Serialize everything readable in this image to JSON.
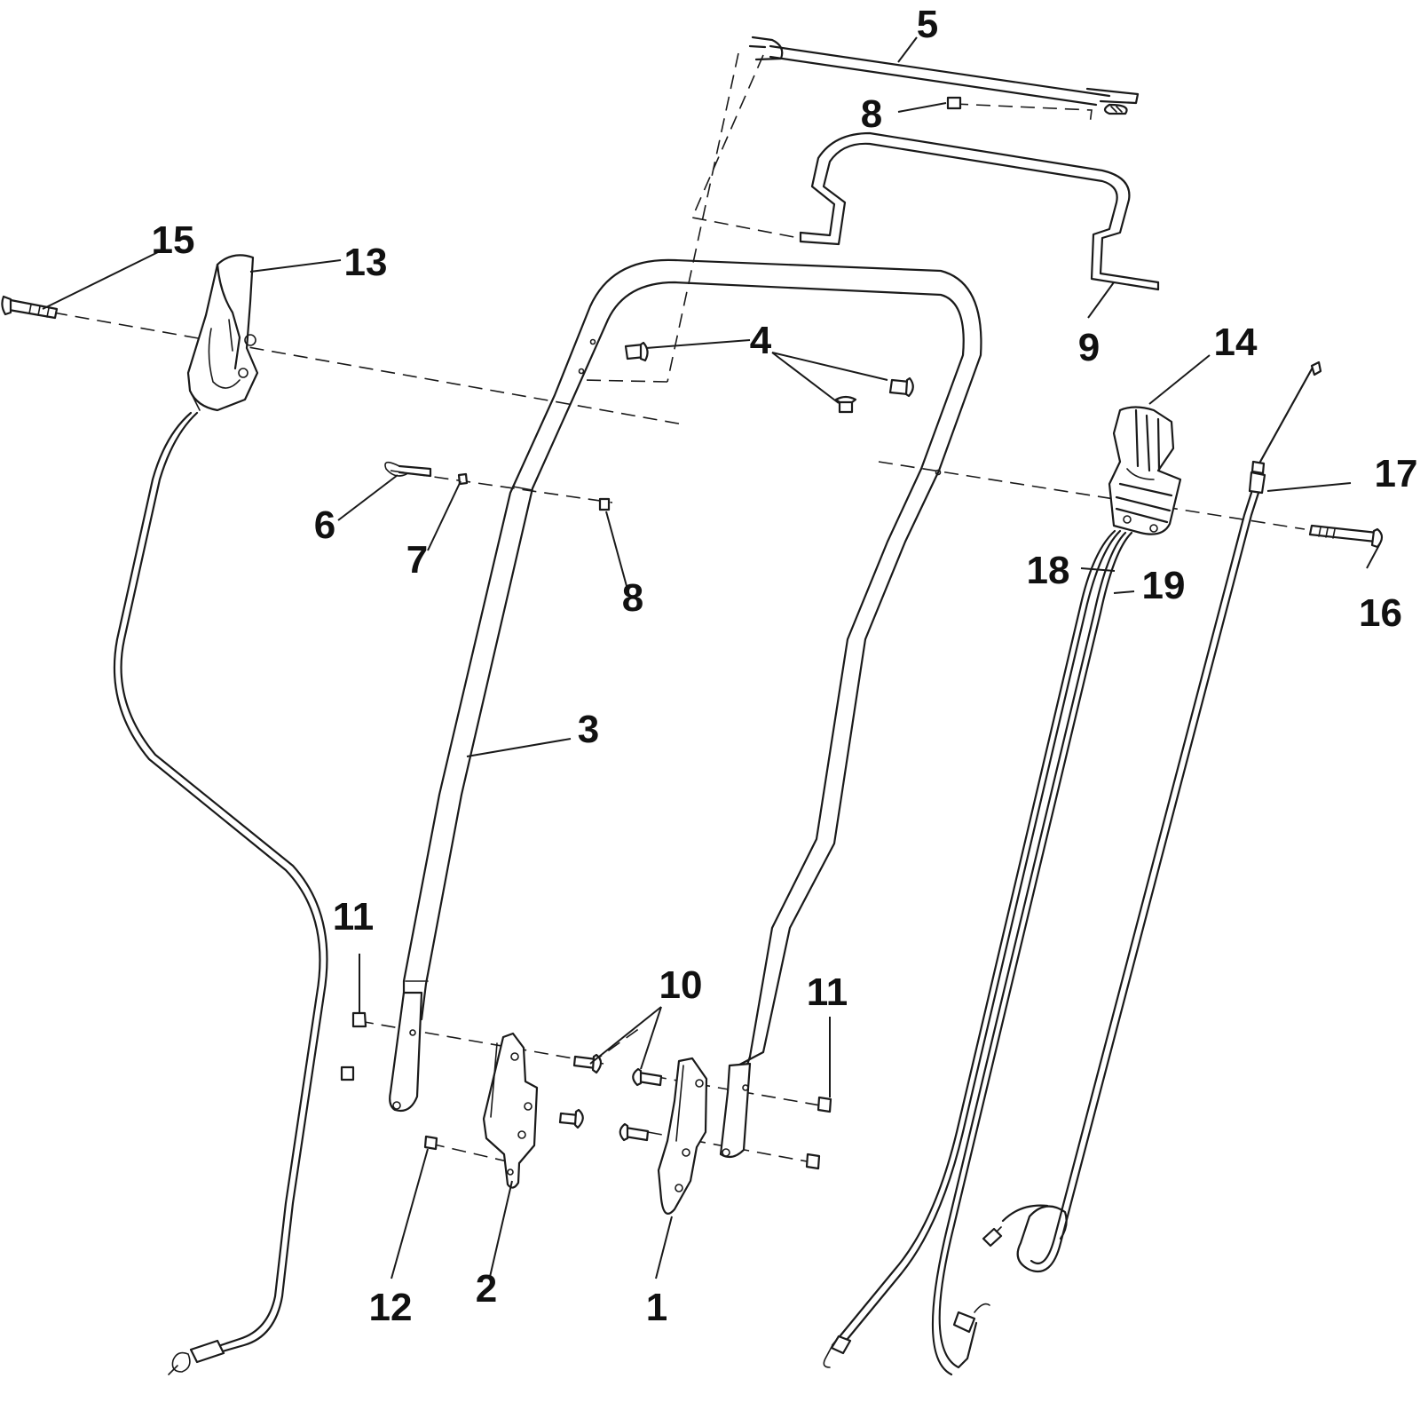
{
  "callouts": {
    "c1": "1",
    "c2": "2",
    "c3": "3",
    "c4": "4",
    "c5": "5",
    "c6": "6",
    "c7": "7",
    "c8a": "8",
    "c8b": "8",
    "c9": "9",
    "c10": "10",
    "c11a": "11",
    "c11b": "11",
    "c12": "12",
    "c13": "13",
    "c14": "14",
    "c15": "15",
    "c16": "16",
    "c17": "17",
    "c18": "18",
    "c19": "19"
  },
  "colors": {
    "ink": "#1a1a1a",
    "background": "#ffffff"
  }
}
